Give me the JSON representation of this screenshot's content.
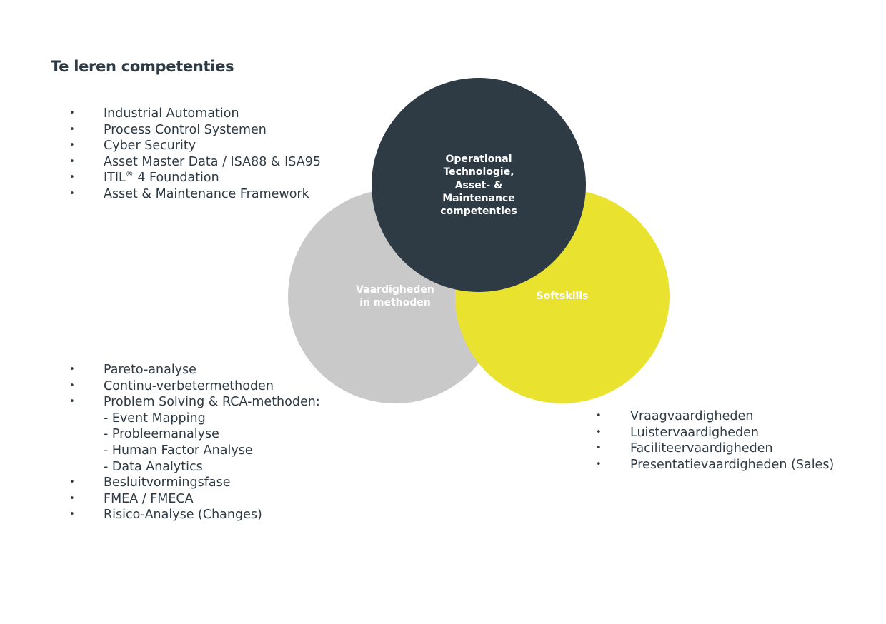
{
  "title": "Te leren competenties",
  "colors": {
    "dark": "#2e3a44",
    "gray": "#c8c9c8",
    "yellow": "#e9e22e",
    "text": "#2e3a44"
  },
  "circles": {
    "ot": {
      "label_lines": [
        "Operational",
        "Technologie,",
        "Asset- &",
        "Maintenance",
        "competenties"
      ]
    },
    "vaardigheden": {
      "label_lines": [
        "Vaardigheden",
        "in methoden"
      ]
    },
    "softskills": {
      "label_lines": [
        "Softskills"
      ]
    }
  },
  "lists": {
    "top": [
      {
        "text": "Industrial Automation"
      },
      {
        "text": "Process Control Systemen"
      },
      {
        "text": "Cyber Security"
      },
      {
        "text": "Asset Master Data / ISA88 & ISA95"
      },
      {
        "text": "ITIL",
        "sup": "®",
        "suffix": " 4 Foundation"
      },
      {
        "text": "Asset & Maintenance Framework"
      }
    ],
    "bottom": [
      {
        "text": "Pareto-analyse",
        "bullet": true
      },
      {
        "text": "Continu-verbetermethoden",
        "bullet": true
      },
      {
        "text": "Problem Solving & RCA-methoden:",
        "bullet": true
      },
      {
        "text": "- Event Mapping",
        "bullet": false
      },
      {
        "text": "- Probleemanalyse",
        "bullet": false
      },
      {
        "text": "- Human Factor Analyse",
        "bullet": false
      },
      {
        "text": "- Data Analytics",
        "bullet": false
      },
      {
        "text": "Besluitvormingsfase",
        "bullet": true
      },
      {
        "text": "FMEA / FMECA",
        "bullet": true
      },
      {
        "text": "Risico-Analyse (Changes)",
        "bullet": true
      }
    ],
    "right": [
      {
        "text": "Vraagvaardigheden"
      },
      {
        "text": "Luistervaardigheden"
      },
      {
        "text": "Faciliteervaardigheden"
      },
      {
        "text": "Presentatievaardigheden  (Sales)"
      }
    ]
  },
  "bullet_char": "•"
}
